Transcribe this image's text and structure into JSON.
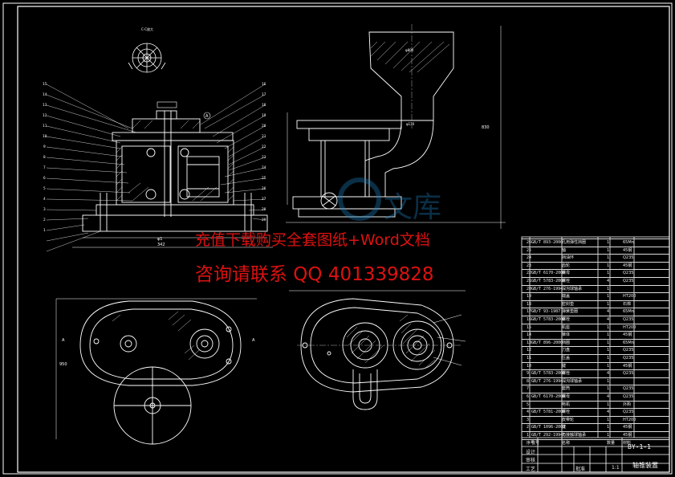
{
  "watermark": {
    "line1": "充值下载购买全套图纸+Word文档",
    "line2": "咨询请联系  QQ 401339828"
  },
  "title_block": {
    "drawing_number": "BY-1-1",
    "drawing_name": "轴锥装置",
    "labels": {
      "designer": "设计",
      "checker": "审核",
      "process": "工艺",
      "approve": "批准",
      "scale_value": "1:1"
    }
  },
  "parts_list": [
    {
      "no": "26",
      "std": "GB/T 893-2000",
      "name": "孔用弹性挡圈",
      "qty": "1",
      "mat": "65Mn"
    },
    {
      "no": "25",
      "std": "",
      "name": "轴",
      "qty": "1",
      "mat": "45钢"
    },
    {
      "no": "24",
      "std": "",
      "name": "挡油环",
      "qty": "1",
      "mat": "Q235"
    },
    {
      "no": "23",
      "std": "",
      "name": "齿轮",
      "qty": "1",
      "mat": "45钢"
    },
    {
      "no": "22",
      "std": "GB/T 6170-2000",
      "name": "螺母",
      "qty": "1",
      "mat": "Q235"
    },
    {
      "no": "21",
      "std": "GB/T 5783-2000",
      "name": "螺栓",
      "qty": "4",
      "mat": "Q235"
    },
    {
      "no": "20",
      "std": "GB/T 276-1994",
      "name": "深沟球轴承",
      "qty": "1",
      "mat": ""
    },
    {
      "no": "19",
      "std": "",
      "name": "端盖",
      "qty": "1",
      "mat": "HT200"
    },
    {
      "no": "18",
      "std": "",
      "name": "密封垫",
      "qty": "1",
      "mat": "石棉"
    },
    {
      "no": "17",
      "std": "GB/T 93-1987",
      "name": "弹簧垫圈",
      "qty": "4",
      "mat": "65Mn"
    },
    {
      "no": "16",
      "std": "GB/T 5783-2000",
      "name": "螺栓",
      "qty": "4",
      "mat": "Q235"
    },
    {
      "no": "15",
      "std": "",
      "name": "机座",
      "qty": "1",
      "mat": "HT200"
    },
    {
      "no": "14",
      "std": "",
      "name": "锥体",
      "qty": "1",
      "mat": "45钢"
    },
    {
      "no": "13",
      "std": "GB/T 896-2000",
      "name": "挡圈",
      "qty": "1",
      "mat": "65Mn"
    },
    {
      "no": "12",
      "std": "",
      "name": "刀盘",
      "qty": "1",
      "mat": "Q235"
    },
    {
      "no": "11",
      "std": "",
      "name": "压盖",
      "qty": "1",
      "mat": "Q235"
    },
    {
      "no": "10",
      "std": "",
      "name": "键",
      "qty": "1",
      "mat": "45钢"
    },
    {
      "no": "9",
      "std": "GB/T 5783-2000",
      "name": "螺栓",
      "qty": "4",
      "mat": "Q235"
    },
    {
      "no": "8",
      "std": "GB/T 276-1994",
      "name": "深沟球轴承",
      "qty": "1",
      "mat": ""
    },
    {
      "no": "7",
      "std": "",
      "name": "套筒",
      "qty": "1",
      "mat": "Q235"
    },
    {
      "no": "6",
      "std": "GB/T 6170-2000",
      "name": "螺母",
      "qty": "4",
      "mat": "Q235"
    },
    {
      "no": "5",
      "std": "",
      "name": "电机",
      "qty": "1",
      "mat": "外购"
    },
    {
      "no": "4",
      "std": "GB/T 5781-2000",
      "name": "螺栓",
      "qty": "4",
      "mat": "Q235"
    },
    {
      "no": "3",
      "std": "",
      "name": "皮带轮",
      "qty": "1",
      "mat": "HT200"
    },
    {
      "no": "2",
      "std": "GB/T 1096-2003",
      "name": "键",
      "qty": "1",
      "mat": "45钢"
    },
    {
      "no": "1",
      "std": "GB/T 292-1994",
      "name": "角接触球轴承",
      "qty": "1",
      "mat": "45钢"
    }
  ],
  "parts_header": {
    "no": "序号",
    "std": "代号",
    "name": "名称",
    "qty": "数量",
    "mat": "材料"
  }
}
